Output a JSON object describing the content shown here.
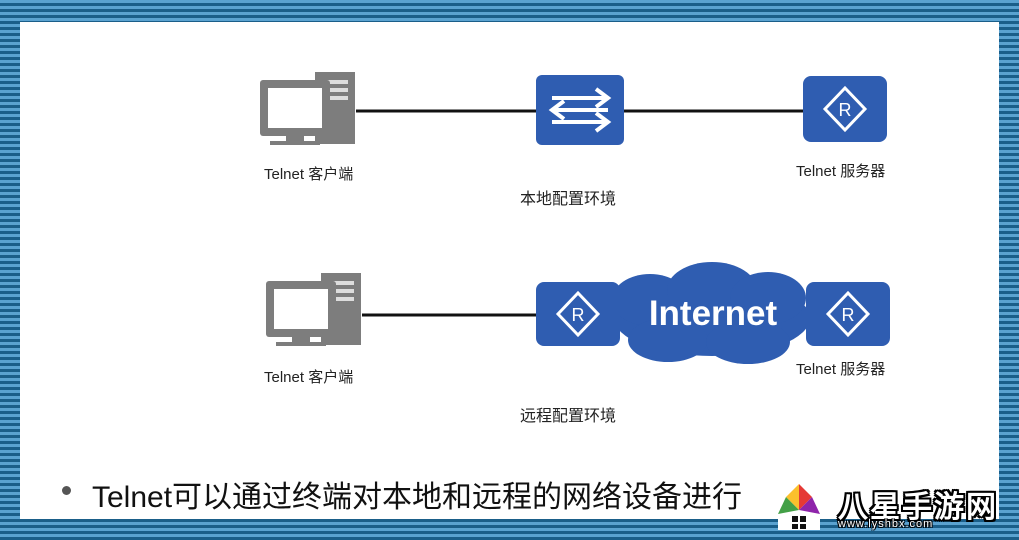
{
  "local": {
    "client_label": "Telnet 客户端",
    "server_label": "Telnet 服务器",
    "env_label": "本地配置环境"
  },
  "remote": {
    "client_label": "Telnet 客户端",
    "server_label": "Telnet 服务器",
    "env_label": "远程配置环境",
    "cloud_label": "Internet"
  },
  "bullet": {
    "text": "Telnet可以通过终端对本地和远程的网络设备进行"
  },
  "watermark": {
    "name": "八星手游网",
    "url": "www.lyshbx.com"
  },
  "colors": {
    "device_blue": "#2f5db1",
    "cloud_blue": "#2f5db1",
    "computer_gray": "#7d7d7d",
    "border_stripe_dark": "#1a5e89",
    "border_stripe_light": "#5aa2d0"
  },
  "icons": [
    "computer-icon",
    "switch-icon",
    "router-icon",
    "internet-cloud-icon"
  ]
}
